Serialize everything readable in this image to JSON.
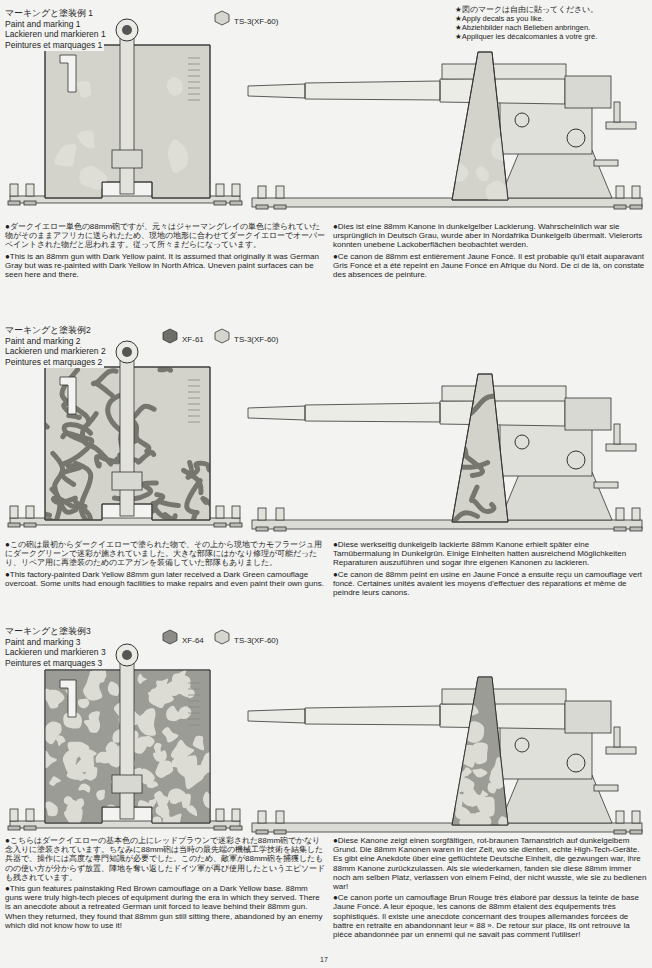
{
  "diagram": {
    "nodes": [
      {
        "text": [
          "TS-3(XF-60)"
        ]
      },
      {
        "text": [
          "XF-61"
        ]
      },
      {
        "text": [
          "TS-3(XF-60)"
        ]
      },
      {
        "text": [
          "XF-64"
        ]
      },
      {
        "text": [
          "TS-3(XF-60)"
        ]
      }
    ],
    "labels": [
      "マーキングと塗装例 1",
      "Paint and marking 1",
      "Lackieren und markieren 1",
      "Peintures et marquages 1",
      "★図のマークは自由に貼ってください。",
      "★Apply decals as you like.",
      "★Abziehbilder nach Belieben anbringen.",
      "★Appliquer les décalcomanies à votre gré.",
      "●ダークイエロー単色の88mm砲ですが、元々はジャーマングレイの単色に塗られていた物がそのままアフリカに送られたため、現地の地形に合わせてダークイエローでオーバーペイントされた物だと思われます。従って所々まだらになっています。",
      "●This is an 88mm gun with Dark Yellow paint. It is assumed that originally it was German Gray but was re-painted with Dark Yellow in North Africa. Uneven paint surfaces can be seen here and there.",
      "●Dies ist eine 88mm Kanone in dunkelgelber Lackierung. Wahrscheinlich war sie ursprünglich in Deutsch Grau, wurde aber in Nordafrika Dunkelgelb übermalt. Vielerorts konnten unebene Lackoberflächen beobachtet werden.",
      "●Ce canon de 88mm est entièrement Jaune Foncé. Il est probable qu'il était auparavant Gris Foncé et a été repeint en Jaune Foncé en Afrique du Nord. De ci de là, on constate des absences de peinture.",
      "マーキングと塗装例2",
      "Paint and marking 2",
      "Lackieren und markieren 2",
      "Peintures et marquages 2",
      "●この砲は最初からダークイエローで塗られた物で、その上から現地でカモフラージュ用にダークグリーンで迷彩が施されていました。大きな部隊にはかなり修理が可能だったり、リペア用に再塗装のためのエアガンを装備していた部隊もありました。",
      "●This factory-painted Dark Yellow 88mm gun later received a Dark Green camouflage overcoat. Some units had enough facilities to make repairs and even paint their own guns.",
      "●Diese werkseitig dunkelgelb lackierte 88mm Kanone erhielt später eine Tarnübermalung in Dunkelgrün. Einige Einheiten hatten ausreichend Möglichkeiten Reparaturen auszuführen und sogar ihre eigenen Kanonen zu lackieren.",
      "●Ce canon de 88mm peint en usine en Jaune Foncé a ensuite reçu un camouflage vert foncé. Certaines unités avaient les moyens d'effectuer des réparations et même de peindre leurs canons.",
      "マーキングと塗装例3",
      "Paint and marking 3",
      "Lackieren und markieren 3",
      "Peintures et marquages 3",
      "●こちらはダークイエローの基本色の上にレッドブラウンで迷彩された88mm砲でかなり念入りに塗装されています。ちなみに88mm砲は当時の最先端の機械工学技術を結集した兵器で、操作には高度な専門知識が必要でした。このため、敵軍が88mm砲を捕獲したものの使い方が分からず放置、陣地を奪い返したドイツ軍が再び使用したというエピソードも残されています。",
      "●This gun features painstaking Red Brown camouflage on a Dark Yellow base. 88mm guns were truly high-tech pieces of equipment during the era in which they served. There is an anecdote about a retreated German unit forced to leave behind their 88mm gun. When they returned, they found that 88mm gun still sitting there, abandoned by an enemy which did not know how to use it!",
      "●Diese Kanone zeigt einen sorgfältigen, rot-braunen Tarnanstrich auf dunkelgelbem Grund. Die 88mm Kanonen waren in der Zeit, wo sie dienten, echte High-Tech-Geräte. Es gibt eine Anekdote über eine geflüchtete Deutsche Einheit, die gezwungen war, ihre 88mm Kanone zurückzulassen. Als sie wiederkamen, fanden sie diese 88mm immer noch am selben Platz, verlassen von einem Feind, der nicht wusste, wie sie zu bedienen war!",
      "●Ce canon porte un camouflage Brun Rouge très élaboré par dessus la teinte de base Jaune Foncé. A leur époque, les canons de 88mm étaient des équipements très sophistiqués. Il existe une anecdote concernant des troupes allemandes forcées de battre en retraite en abandonnant leur « 88 ». De retour sur place, ils ont retrouvé la pièce abandonnée par un ennemi qui ne savait pas comment l'utiliser!",
      "17"
    ]
  }
}
